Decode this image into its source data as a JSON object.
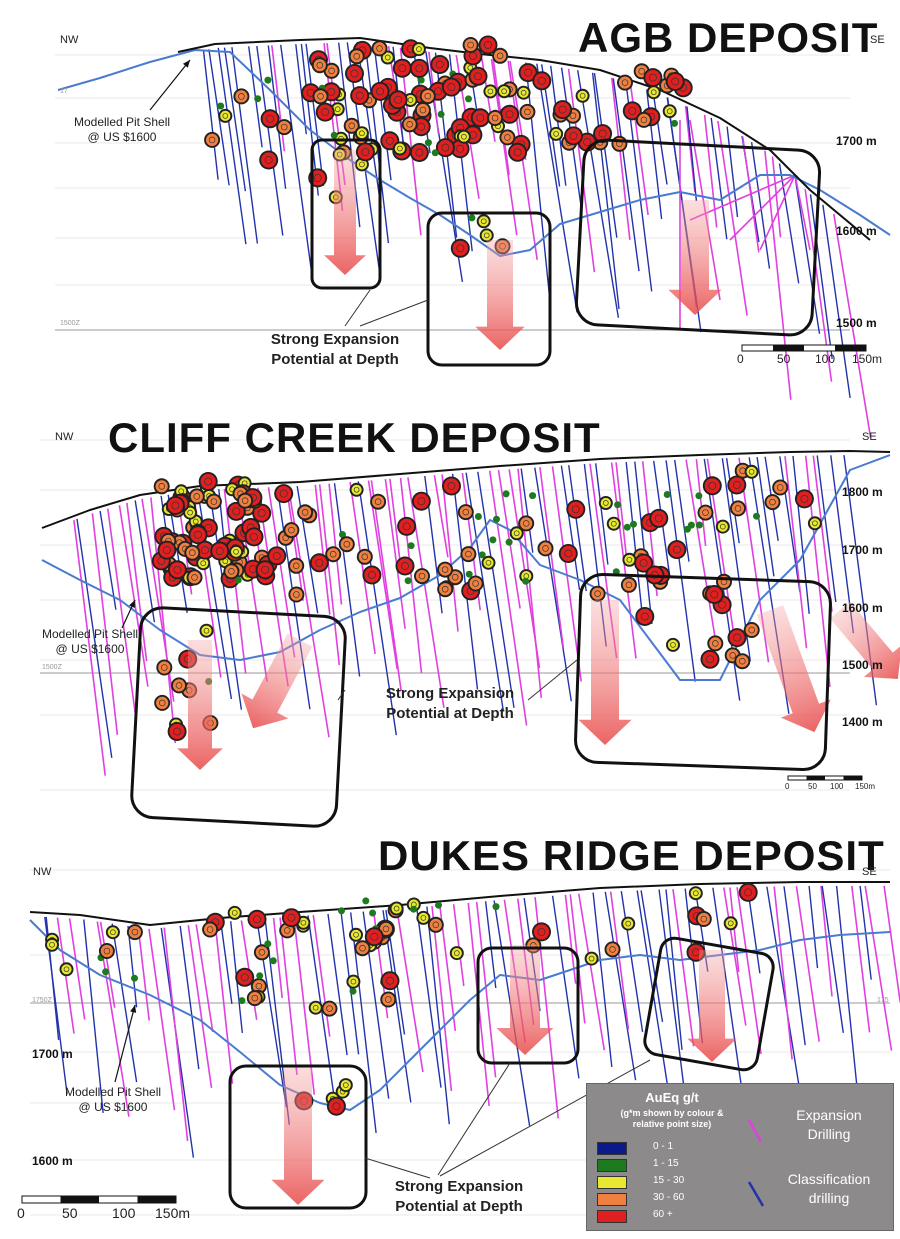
{
  "colors": {
    "topography": "#111111",
    "pit_shell": "#4a7bd0",
    "expansion_drill": "#e040e0",
    "classification_drill": "#2233aa",
    "grade_0_1": "#0a1a8a",
    "grade_1_15": "#1e7a1e",
    "grade_15_30": "#e8e830",
    "grade_30_60": "#f08040",
    "grade_60_plus": "#e02020"
  },
  "panels": {
    "agb": {
      "title": "AGB DEPOSIT",
      "nw": "NW",
      "se": "SE",
      "elevations": [
        "1700 m",
        "1600 m",
        "1500 m"
      ],
      "pit_note_line1": "Modelled Pit Shell",
      "pit_note_line2": "@ US $1600",
      "callout_line1": "Strong Expansion",
      "callout_line2": "Potential at Depth",
      "small_label_left": "1500Z",
      "small_label_top": "17",
      "scale_ticks": [
        "0",
        "50",
        "100",
        "150m"
      ]
    },
    "cliff": {
      "title": "CLIFF CREEK DEPOSIT",
      "nw": "NW",
      "se": "SE",
      "elevations": [
        "1800 m",
        "1700 m",
        "1600 m",
        "1500 m",
        "1400 m"
      ],
      "pit_note_line1": "Modelled Pit Shell",
      "pit_note_line2": "@ US $1600",
      "callout_line1": "Strong Expansion",
      "callout_line2": "Potential at Depth",
      "small_label_left": "1500Z",
      "scale_ticks": [
        "0",
        "50",
        "100",
        "150m"
      ]
    },
    "dukes": {
      "title": "DUKES RIDGE DEPOSIT",
      "nw": "NW",
      "se": "SE",
      "elevations": [
        "1700 m",
        "1600 m"
      ],
      "pit_note_line1": "Modelled Pit Shell",
      "pit_note_line2": "@ US $1600",
      "callout_line1": "Strong Expansion",
      "callout_line2": "Potential at Depth",
      "small_label_left": "1750Z",
      "small_label_right": "175",
      "scale_ticks": [
        "0",
        "50",
        "100",
        "150m"
      ]
    }
  },
  "legend": {
    "title": "AuEq g/t",
    "subtitle_line1": "(g*m shown by colour &",
    "subtitle_line2": "relative point size)",
    "items": [
      "0 - 1",
      "1 - 15",
      "15 - 30",
      "30 - 60",
      "60 +"
    ],
    "expansion_line1": "Expansion",
    "expansion_line2": "Drilling",
    "classification_line1": "Classification",
    "classification_line2": "drilling"
  }
}
